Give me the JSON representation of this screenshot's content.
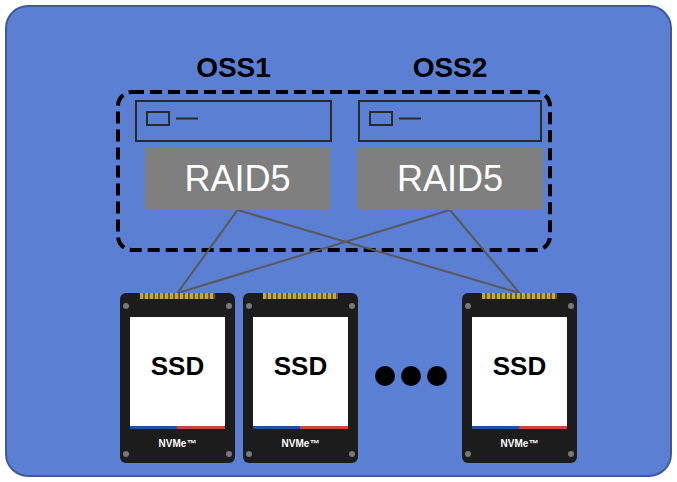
{
  "diagram": {
    "nodes": [
      {
        "text": [
          "OSS1"
        ]
      },
      {
        "text": [
          "RAID5"
        ]
      },
      {
        "text": [
          "OSS2"
        ]
      },
      {
        "text": [
          "RAID5"
        ]
      },
      {
        "text": [
          "SSD",
          "NVMe™"
        ]
      },
      {
        "text": [
          "SSD",
          "NVMe™"
        ]
      },
      {
        "text": [
          "SSD",
          "NVMe™"
        ]
      }
    ],
    "edges": [
      {
        "from": 1,
        "to": 4,
        "arrow": "none"
      },
      {
        "from": 1,
        "to": 6,
        "arrow": "none"
      },
      {
        "from": 3,
        "to": 4,
        "arrow": "none"
      },
      {
        "from": 3,
        "to": 6,
        "arrow": "none"
      }
    ]
  }
}
